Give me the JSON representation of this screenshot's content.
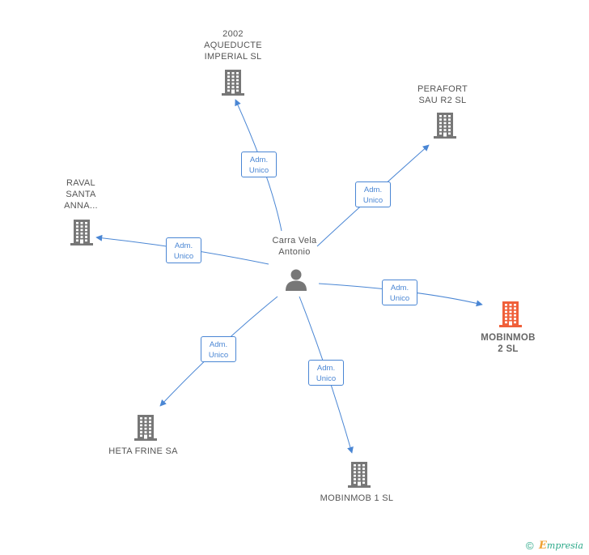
{
  "diagram": {
    "center": {
      "label_lines": [
        "Carra Vela",
        "Antonio"
      ]
    },
    "companies": [
      {
        "id": "c0",
        "label_lines": [
          "2002",
          "AQUEDUCTE",
          "IMPERIAL SL"
        ],
        "highlight": false
      },
      {
        "id": "c1",
        "label_lines": [
          "PERAFORT",
          "SAU R2 SL"
        ],
        "highlight": false
      },
      {
        "id": "c2",
        "label_lines": [
          "RAVAL",
          "SANTA",
          "ANNA..."
        ],
        "highlight": false
      },
      {
        "id": "c3",
        "label_lines": [
          "MOBINMOB",
          "2 SL"
        ],
        "highlight": true
      },
      {
        "id": "c4",
        "label_lines": [
          "HETA FRINE SA"
        ],
        "highlight": false
      },
      {
        "id": "c5",
        "label_lines": [
          "MOBINMOB 1 SL"
        ],
        "highlight": false
      }
    ],
    "relations": [
      {
        "to": "c0",
        "label_lines": [
          "Adm.",
          "Unico"
        ]
      },
      {
        "to": "c1",
        "label_lines": [
          "Adm.",
          "Unico"
        ]
      },
      {
        "to": "c2",
        "label_lines": [
          "Adm.",
          "Unico"
        ]
      },
      {
        "to": "c3",
        "label_lines": [
          "Adm.",
          "Unico"
        ]
      },
      {
        "to": "c4",
        "label_lines": [
          "Adm.",
          "Unico"
        ]
      },
      {
        "to": "c5",
        "label_lines": [
          "Adm.",
          "Unico"
        ]
      }
    ],
    "colors": {
      "edge": "#4a86d4",
      "building": "#777777",
      "building_highlight": "#f0603a",
      "person": "#777777"
    },
    "icons": {
      "company": "building-icon",
      "person": "person-icon"
    }
  },
  "footer": {
    "copyright_symbol": "©",
    "brand_initial": "E",
    "brand_rest": "mpresia"
  }
}
